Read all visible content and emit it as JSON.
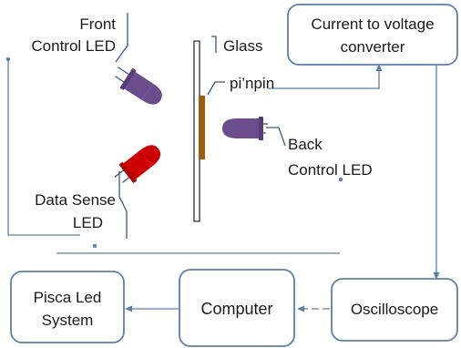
{
  "labels": {
    "front_led_line1": "Front",
    "front_led_line2": "Control LED",
    "data_sense_line1": "Data Sense",
    "data_sense_line2": "LED",
    "glass": "Glass",
    "pinpin": "pi’npin",
    "back_led_line1": "Back",
    "back_led_line2": "Control LED"
  },
  "boxes": {
    "converter_line1": "Current to voltage",
    "converter_line2": "converter",
    "oscilloscope": "Oscilloscope",
    "computer": "Computer",
    "pisca_line1": "Pisca Led",
    "pisca_line2": "System"
  },
  "colors": {
    "purple_led": "#6b4c8c",
    "red_led": "#cc0000",
    "device": "#9a5e10",
    "line": "#5a7faa",
    "box_border": "#5d7fae"
  }
}
